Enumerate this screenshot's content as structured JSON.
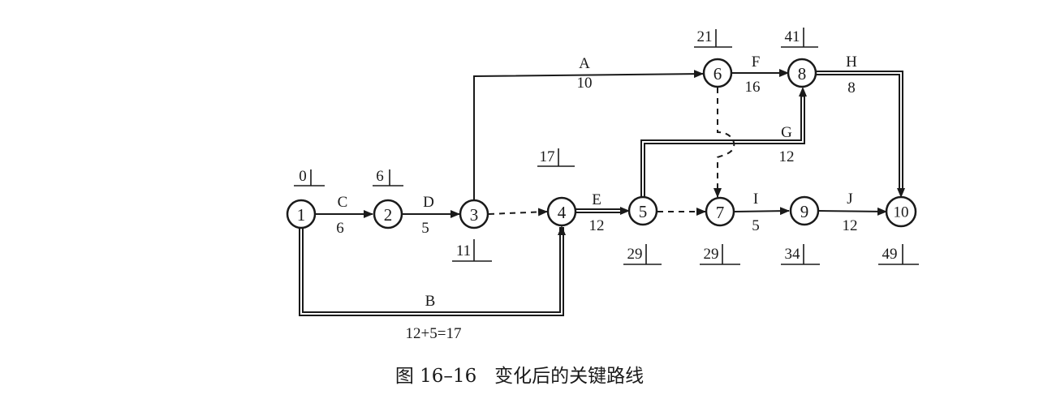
{
  "caption": "图 16–16   变化后的关键路线",
  "nodes": [
    {
      "id": "1",
      "label": "1"
    },
    {
      "id": "2",
      "label": "2"
    },
    {
      "id": "3",
      "label": "3"
    },
    {
      "id": "4",
      "label": "4"
    },
    {
      "id": "5",
      "label": "5"
    },
    {
      "id": "6",
      "label": "6"
    },
    {
      "id": "7",
      "label": "7"
    },
    {
      "id": "8",
      "label": "8"
    },
    {
      "id": "9",
      "label": "9"
    },
    {
      "id": "10",
      "label": "10"
    }
  ],
  "activities": [
    {
      "id": "C",
      "from": "1",
      "to": "2",
      "name": "C",
      "duration": "6",
      "critical": false
    },
    {
      "id": "D",
      "from": "2",
      "to": "3",
      "name": "D",
      "duration": "5",
      "critical": false
    },
    {
      "id": "A",
      "from": "3",
      "to": "6",
      "name": "A",
      "duration": "10",
      "critical": false
    },
    {
      "id": "B",
      "from": "1",
      "to": "4",
      "name": "B",
      "duration": "12+5=17",
      "critical": true
    },
    {
      "id": "E",
      "from": "4",
      "to": "5",
      "name": "E",
      "duration": "12",
      "critical": true
    },
    {
      "id": "F",
      "from": "6",
      "to": "8",
      "name": "F",
      "duration": "16",
      "critical": false
    },
    {
      "id": "G",
      "from": "5",
      "to": "8",
      "name": "G",
      "duration": "12",
      "critical": true
    },
    {
      "id": "H",
      "from": "8",
      "to": "10",
      "name": "H",
      "duration": "8",
      "critical": true
    },
    {
      "id": "I",
      "from": "7",
      "to": "9",
      "name": "I",
      "duration": "5",
      "critical": false
    },
    {
      "id": "J",
      "from": "9",
      "to": "10",
      "name": "J",
      "duration": "12",
      "critical": false
    }
  ],
  "dummies": [
    {
      "from": "3",
      "to": "4"
    },
    {
      "from": "5",
      "to": "7"
    },
    {
      "from": "6",
      "to": "7"
    }
  ],
  "event_times": [
    {
      "node": "1",
      "value": "0"
    },
    {
      "node": "2",
      "value": "6"
    },
    {
      "node": "3",
      "value": "11"
    },
    {
      "node": "4",
      "value": "17"
    },
    {
      "node": "5",
      "value": "29"
    },
    {
      "node": "6",
      "value": "21"
    },
    {
      "node": "7",
      "value": "29"
    },
    {
      "node": "8",
      "value": "41"
    },
    {
      "node": "9",
      "value": "34"
    },
    {
      "node": "10",
      "value": "49"
    }
  ]
}
